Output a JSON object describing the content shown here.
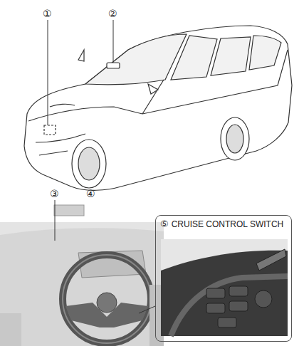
{
  "diagram": {
    "nodes": [
      {
        "text": [
          "⑤",
          "CRUISE CONTROL SWITCH"
        ]
      }
    ],
    "labels": [
      "①",
      "②",
      "③",
      "④"
    ]
  }
}
